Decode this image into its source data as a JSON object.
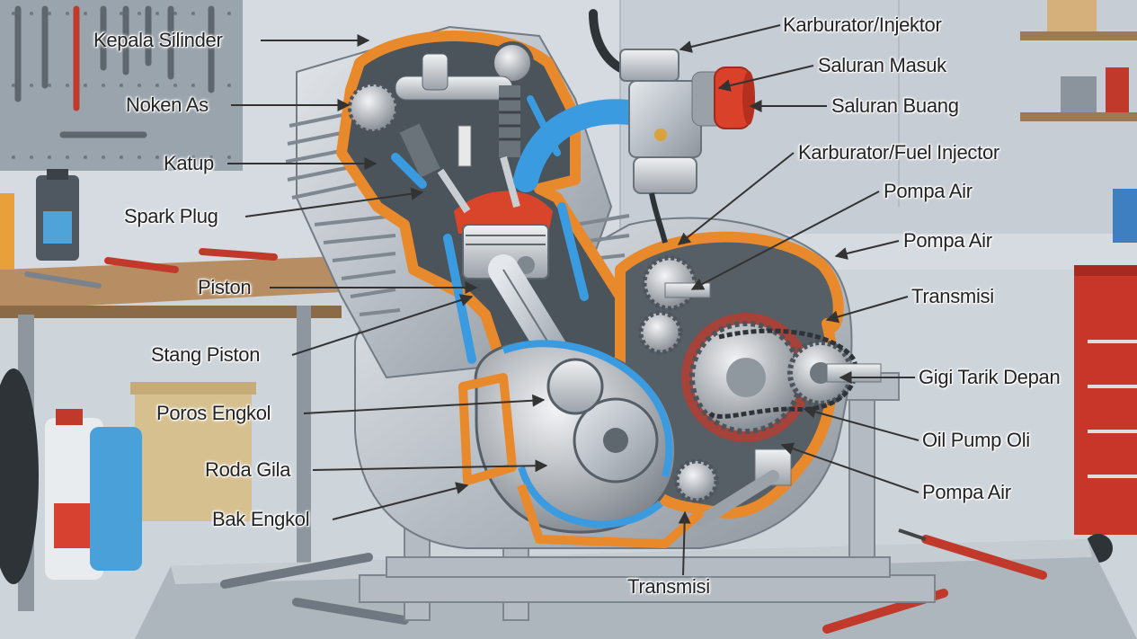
{
  "labels_left": {
    "kepala_silinder": "Kepala Silinder",
    "noken_as": "Noken As",
    "katup": "Katup",
    "spark_plug": "Spark Plug",
    "piston": "Piston",
    "stang_piston": "Stang Piston",
    "poros_engkol": "Poros Engkol",
    "roda_gila": "Roda Gila",
    "bak_engkol": "Bak Engkol"
  },
  "labels_right": {
    "karburator_injektor": "Karburator/Injektor",
    "saluran_masuk": "Saluran Masuk",
    "saluran_buang": "Saluran Buang",
    "karburator_fuel_injector": "Karburator/Fuel Injector",
    "pompa_air_1": "Pompa Air",
    "pompa_air_2": "Pompa Air",
    "transmisi_1": "Transmisi",
    "gigi_tarik_depan": "Gigi Tarik Depan",
    "oil_pump_oli": "Oil Pump Oli",
    "pompa_air_3": "Pompa Air"
  },
  "labels_bottom": {
    "transmisi_2": "Transmisi"
  },
  "colors": {
    "casing_orange": "#e8892b",
    "coolant_blue": "#3a9be0",
    "metal_silver": "#c4c9cf",
    "intake_red": "#d9412b",
    "wall": "#cfd6dc"
  }
}
